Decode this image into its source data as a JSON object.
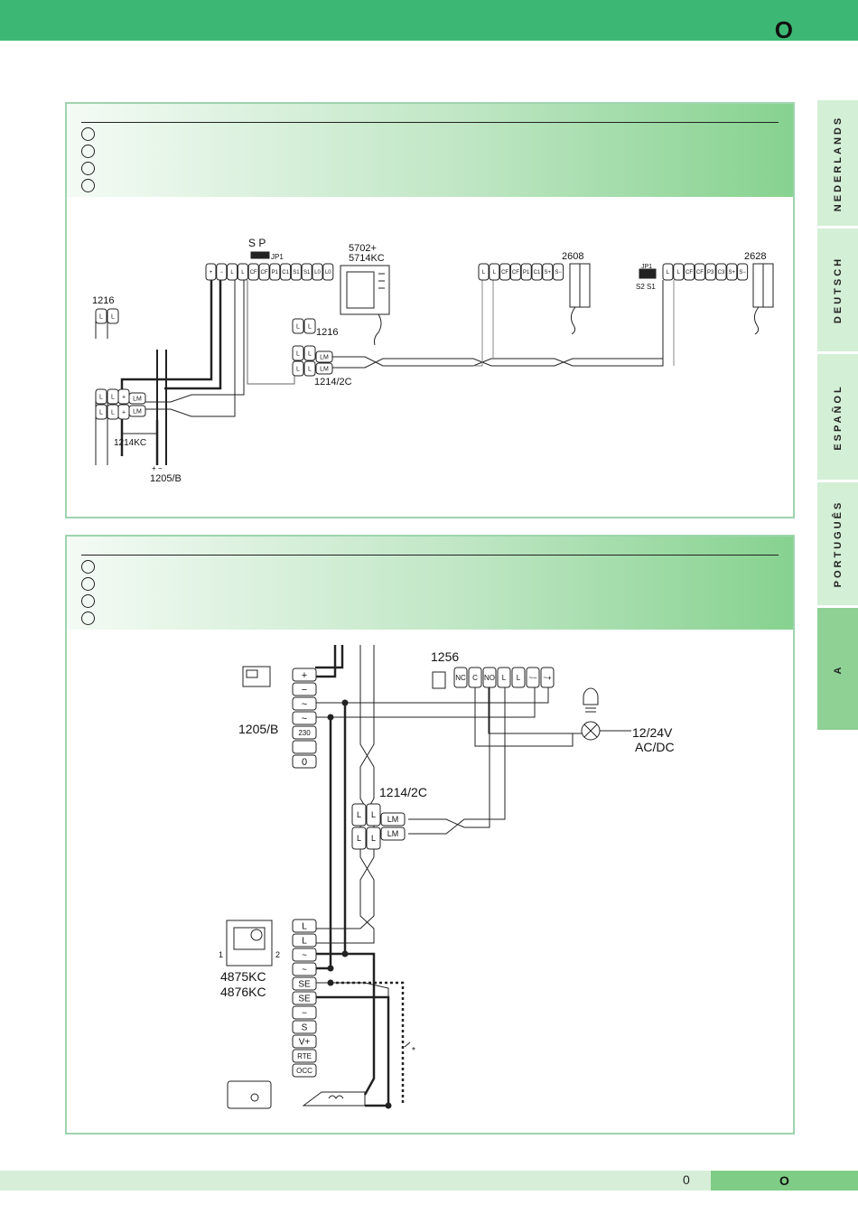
{
  "header": {
    "letter": "O"
  },
  "footer": {
    "page_number": "0",
    "letter": "O"
  },
  "sidebar": {
    "tabs": [
      "NEDERLANDS",
      "DEUTSCH",
      "ESPAÑOL",
      "PORTUGUÊS",
      "A"
    ],
    "active": "A"
  },
  "diagram1": {
    "labels": {
      "sp": "S  P",
      "jp1": "JP1",
      "m1": "5702+",
      "m2": "5714KC",
      "h1": "2608",
      "h2": "2628",
      "jp1b": "JP1",
      "s2s1": "S2  S1",
      "r1216a": "1216",
      "r1216b": "1216",
      "r1214kc": "1214KC",
      "r1214": "1214/2C",
      "r1205": "1205/B",
      "pol": "+   −"
    },
    "terminals_main": [
      "+",
      "−",
      "L",
      "L",
      "CF",
      "CF",
      "P1",
      "C1",
      "S1",
      "S1",
      "L0",
      "L0"
    ],
    "terminals_h1": [
      "L",
      "L",
      "CF",
      "CF",
      "P1",
      "C1",
      "S+",
      "S−"
    ],
    "terminals_h2": [
      "L",
      "L",
      "CF",
      "CF",
      "P3",
      "C3",
      "S+",
      "S−"
    ]
  },
  "diagram2": {
    "labels": {
      "d1256": "1256",
      "d1205": "1205/B",
      "d1214": "1214/2C",
      "volt": "12/24V",
      "acdc": "AC/DC",
      "pan1": "4875KC",
      "pan2": "4876KC",
      "p1": "1",
      "p2": "2",
      "star": "*"
    },
    "psu_terminals": [
      "+",
      "−",
      "~",
      "~",
      "230",
      "",
      "0"
    ],
    "relay_terminals": [
      "NC",
      "C",
      "NO",
      "L",
      "L",
      "~−",
      "~+"
    ],
    "panel_terminals": [
      "L",
      "L",
      "~",
      "~",
      "SE",
      "SE",
      "−",
      "S",
      "V+",
      "RTE",
      "OCC"
    ]
  }
}
